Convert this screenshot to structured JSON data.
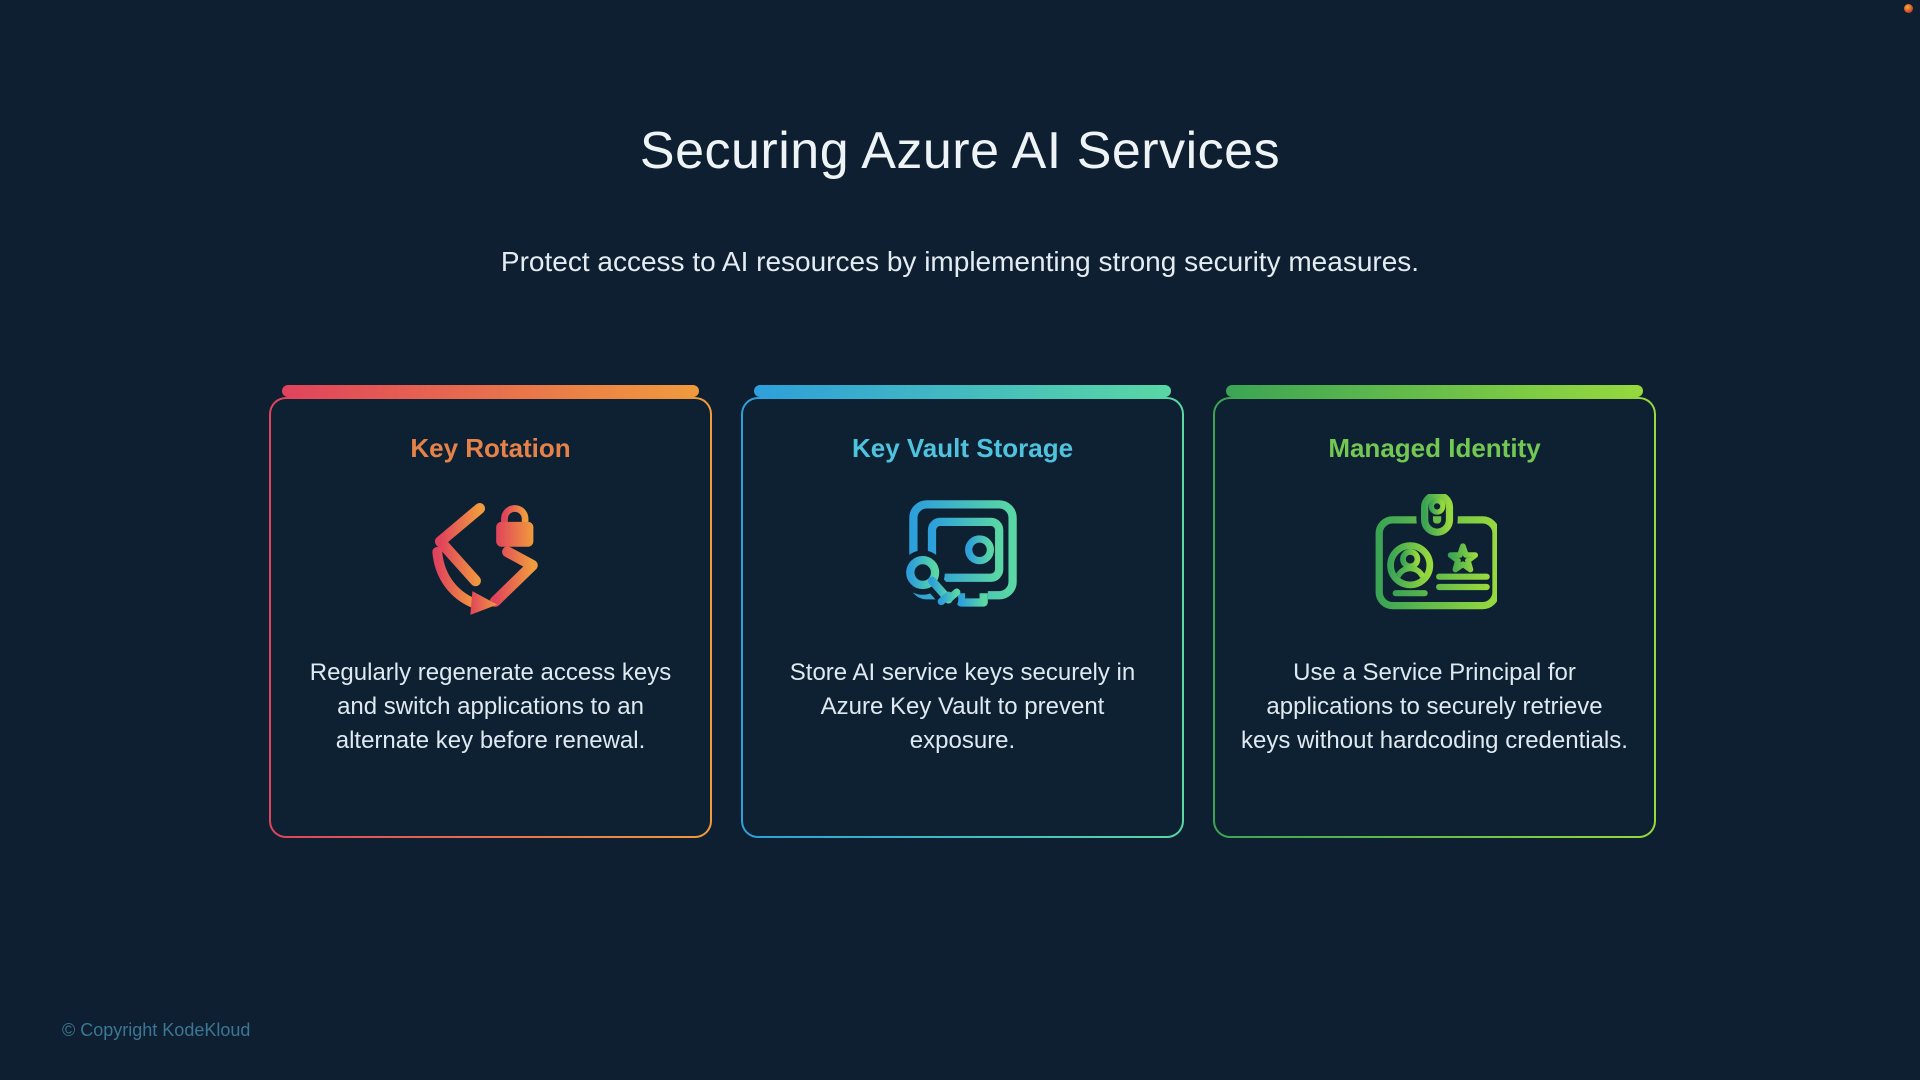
{
  "slide": {
    "title": "Securing Azure AI Services",
    "subtitle": "Protect access to AI resources by implementing strong security measures.",
    "footer": "© Copyright KodeKloud",
    "background_color": "#0d1f30",
    "text_color": "#dfe9f0",
    "footer_color": "#3c7694",
    "record_dot_color": "#d9542b"
  },
  "cards": [
    {
      "title": "Key Rotation",
      "body": "Regularly regenerate access keys and switch applications to an alternate key before renewal.",
      "icon": "key-rotation-icon",
      "title_color": "#e5824a",
      "accent_start": "#e0435c",
      "accent_end": "#f09b3d"
    },
    {
      "title": "Key Vault Storage",
      "body": "Store AI service keys securely in Azure Key Vault to prevent exposure.",
      "icon": "key-vault-icon",
      "title_color": "#4fc3dd",
      "accent_start": "#2d9fdb",
      "accent_end": "#5ad7a4"
    },
    {
      "title": "Managed Identity",
      "body": "Use a Service Principal for applications to securely retrieve keys without hardcoding credentials.",
      "icon": "id-badge-icon",
      "title_color": "#72c853",
      "accent_start": "#3ba454",
      "accent_end": "#97d93e"
    }
  ]
}
